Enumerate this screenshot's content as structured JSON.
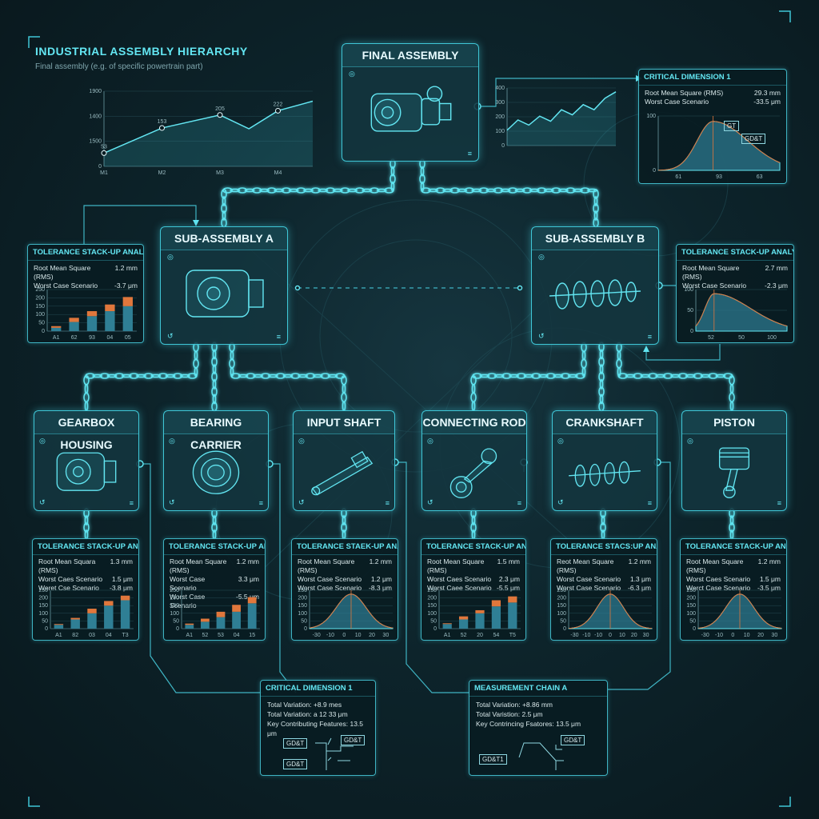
{
  "header": {
    "title": "INDUSTRIAL ASSEMBLY HIERARCHY",
    "subtitle": "Final assembly (e.g. of specific powertrain part)"
  },
  "colors": {
    "accent": "#3fc6d6",
    "bar_blue": "#2f7f95",
    "bar_orange": "#e0773c",
    "grid": "#244a53"
  },
  "nodes": {
    "final": {
      "title": "FINAL ASSEMBLY",
      "icon": "gearbox-assembly-icon"
    },
    "sub_a": {
      "title": "SUB-ASSEMBLY A",
      "icon": "gearbox-housing-icon"
    },
    "sub_b": {
      "title": "SUB-ASSEMBLY B",
      "icon": "crankshaft-icon"
    },
    "gearbox": {
      "title": "GEARBOX HOUSING",
      "icon": "gearbox-housing-icon"
    },
    "bearing": {
      "title": "BEARING CARRIER",
      "icon": "bearing-icon"
    },
    "input": {
      "title": "INPUT SHAFT",
      "icon": "shaft-icon"
    },
    "rod": {
      "title": "CONNECTING ROD",
      "icon": "connecting-rod-icon"
    },
    "crank": {
      "title": "CRANKSHAFT",
      "icon": "crankshaft-icon"
    },
    "piston": {
      "title": "PISTON",
      "icon": "piston-icon"
    }
  },
  "panels": {
    "sub_a": {
      "title": "TOLERANCE STACK-UP ANALYSIS",
      "r1": "Root Mean Square (RMS)",
      "v1": "1.2 mm",
      "r2": "Worst Case Scenario",
      "v2": "-3.7 μm"
    },
    "sub_b": {
      "title": "TOLERANCE STACK-UP ANALYSIS",
      "r1": "Root Mean Square (RMS)",
      "v1": "2.7 mm",
      "r2": "Worst Case Scenario",
      "v2": "-2.3 μm"
    },
    "critical_top": {
      "title": "CRITICAL DIMENSION 1",
      "r1": "Root Mean Square (RMS)",
      "v1": "29.3 mm",
      "r2": "Worst Case Scenario",
      "v2": "-33.5 μm",
      "tag1": "GT",
      "tag2": "GD&T"
    },
    "gearbox": {
      "title": "TOLERANCE STACK-UP ANALYSIS",
      "r1": "Root Mean Squara (RMS)",
      "v1": "1.3 mm",
      "r2": "Worst Caes Scenario",
      "v2": "1.5 μm",
      "r3": "Weret Cse Scenario",
      "v3": "-3.8 μm"
    },
    "bearing": {
      "title": "TOLERANCE STACK-UP ANALYSIS",
      "r1": "Root Mean Square (RMS)",
      "v1": "1.2 mm",
      "r2": "Worst Case Scenario",
      "v2": "3.3 μm",
      "r3": "Worst Case Scenario",
      "v3": "-5.5 μm"
    },
    "input": {
      "title": "TOLERANCE STAEK-UP ANALYSIS",
      "r1": "Root Mean Square (RMS)",
      "v1": "1.2 mm",
      "r2": "Worst Case Scenario",
      "v2": "1.2 μm",
      "r3": "Worst Case Scenario",
      "v3": "-8.3 μm"
    },
    "rod": {
      "title": "TOLERANCE STACK-UP ANALYSIS",
      "r1": "Root Mean Square (RMS)",
      "v1": "1.5 mm",
      "r2": "Worst Caes Scenario",
      "v2": "2.3 μm",
      "r3": "Worst Caee Scenario",
      "v3": "-5.5 μm"
    },
    "crank": {
      "title": "TOLERANCE STACS:UP ANALYSIS",
      "r1": "Reot Mean Square (RMS)",
      "v1": "1.2 mm",
      "r2": "Worst Case Scenario",
      "v2": "1.3 μm",
      "r3": "Worst Case Scenario",
      "v3": "-6.3 μm"
    },
    "piston": {
      "title": "TOLERANCE STACK-UP ANALYSIS",
      "r1": "Root Mean Square (RMS)",
      "v1": "1.2 mm",
      "r2": "Worst Caes Scenario",
      "v2": "1.5 μm",
      "r3": "Werct Case Scenario",
      "v3": "-3.5 μm"
    },
    "critical_bottom": {
      "title": "CRITICAL DIMENSION 1",
      "l1": "Total Variation: +8.9 mes",
      "l2": "Total Variation: a 12 33 μm",
      "l3": "Key Contributing Features: 13.5 μm",
      "tag1": "GD&T",
      "tag2": "GD&T",
      "tag3": "GD&T"
    },
    "measurement": {
      "title": "MEASUREMENT CHAIN A",
      "l1": "Total Variation: +8.86 mm",
      "l2": "Total Varistion: 2.5 μm",
      "l3": "Key Contrincing Fsatores: 13.5 μm",
      "tag1": "GD&T",
      "tag2": "GD&T1"
    }
  },
  "chart_data": [
    {
      "id": "overview-line",
      "type": "line",
      "categories": [
        "M1",
        "M2",
        "M3",
        "M4"
      ],
      "x": [
        0,
        1,
        2,
        2.5,
        3,
        3.6
      ],
      "values": [
        53,
        153,
        205,
        150,
        222,
        260
      ],
      "point_labels": [
        "53",
        "153",
        "205",
        "",
        "222",
        ""
      ],
      "yticks": [
        "0",
        "1500",
        "1400",
        "1900"
      ],
      "ylim": [
        0,
        300
      ]
    },
    {
      "id": "final-line",
      "type": "line",
      "x": [
        0,
        1,
        2,
        3,
        4,
        5,
        6,
        7,
        8,
        9,
        10
      ],
      "values": [
        120,
        200,
        160,
        230,
        190,
        280,
        240,
        320,
        280,
        370,
        420
      ],
      "yticks": [
        "0",
        "100",
        "200",
        "300",
        "400"
      ],
      "ylim": [
        0,
        450
      ]
    },
    {
      "id": "critical-top-dist",
      "type": "area",
      "yticks": [
        "0",
        "100"
      ],
      "xticks": [
        "61",
        "93",
        "63"
      ],
      "mean": 0.45,
      "spread": 0.13,
      "skew": 2.2
    },
    {
      "id": "sub-b-dist",
      "type": "area",
      "yticks": [
        "0",
        "50",
        "100"
      ],
      "xticks": [
        "52",
        "50",
        "100"
      ],
      "mean": 0.2,
      "spread": 0.1,
      "skew": 4
    },
    {
      "id": "sub-a-bars",
      "type": "bar",
      "categories": [
        "A1",
        "62",
        "93",
        "04",
        "05"
      ],
      "yticks": [
        "0",
        "50",
        "100",
        "150",
        "200",
        "250"
      ],
      "ylim": [
        0,
        250
      ],
      "series": [
        {
          "values": [
            20,
            55,
            90,
            120,
            150
          ]
        },
        {
          "values": [
            10,
            25,
            30,
            40,
            55
          ]
        }
      ]
    },
    {
      "id": "gearbox-bars",
      "type": "bar",
      "categories": [
        "A1",
        "82",
        "03",
        "04",
        "T3"
      ],
      "yticks": [
        "0",
        "50",
        "100",
        "150",
        "200",
        "250"
      ],
      "ylim": [
        0,
        250
      ],
      "series": [
        {
          "values": [
            25,
            60,
            100,
            150,
            185
          ]
        },
        {
          "values": [
            5,
            10,
            30,
            30,
            30
          ]
        }
      ]
    },
    {
      "id": "bearing-bars",
      "type": "bar",
      "categories": [
        "A1",
        "52",
        "53",
        "04",
        "15"
      ],
      "yticks": [
        "0",
        "50",
        "100",
        "150",
        "200",
        "250"
      ],
      "ylim": [
        0,
        250
      ],
      "series": [
        {
          "values": [
            25,
            45,
            75,
            110,
            165
          ]
        },
        {
          "values": [
            8,
            20,
            35,
            45,
            40
          ]
        }
      ]
    },
    {
      "id": "input-dist",
      "type": "area",
      "yticks": [
        "0",
        "50",
        "100",
        "150",
        "200",
        "250"
      ],
      "xticks": [
        "-30",
        "-10",
        "0",
        "10",
        "20",
        "30"
      ],
      "mean": 0.5,
      "spread": 0.18,
      "skew": 1
    },
    {
      "id": "rod-bars",
      "type": "bar",
      "categories": [
        "A1",
        "52",
        "20",
        "54",
        "T5"
      ],
      "yticks": [
        "0",
        "50",
        "100",
        "150",
        "200",
        "250"
      ],
      "ylim": [
        0,
        250
      ],
      "series": [
        {
          "values": [
            30,
            60,
            100,
            145,
            170
          ]
        },
        {
          "values": [
            5,
            20,
            20,
            40,
            40
          ]
        }
      ]
    },
    {
      "id": "crank-dist",
      "type": "area",
      "yticks": [
        "0",
        "50",
        "100",
        "150",
        "200",
        "250"
      ],
      "xticks": [
        "-30",
        "-10",
        "-10",
        "0",
        "10",
        "20",
        "30"
      ],
      "mean": 0.5,
      "spread": 0.16,
      "skew": 1
    },
    {
      "id": "piston-dist",
      "type": "area",
      "yticks": [
        "0",
        "50",
        "100",
        "150",
        "200",
        "250"
      ],
      "xticks": [
        "-30",
        "-10",
        "0",
        "10",
        "20",
        "30"
      ],
      "mean": 0.5,
      "spread": 0.17,
      "skew": 1
    }
  ]
}
